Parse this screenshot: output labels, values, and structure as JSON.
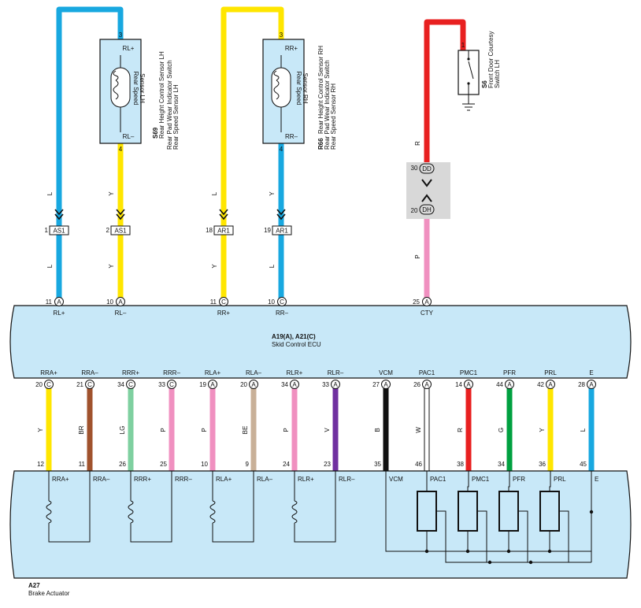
{
  "colors": {
    "L": "#18a8e0",
    "Y": "#ffe600",
    "R": "#e82020",
    "P": "#f090c0",
    "BR": "#a0522d",
    "LG": "#7fd0a0",
    "BE": "#c8b098",
    "V": "#7030a0",
    "B": "#111111",
    "W": "#ffffff",
    "G": "#00a040",
    "box_fill": "#c8e8f8",
    "connector_fill": "#d8d8d8"
  },
  "components": {
    "s69": {
      "id": "S69",
      "lines": [
        "Rear Height Control Sensor LH",
        "Rear Pad Wear Indicator Switch",
        "Rear Speed Sensor LH"
      ],
      "inner_label": [
        "Rear Speed",
        "Sensor LH"
      ],
      "pin_top": "3",
      "pin_top_label": "RL+",
      "pin_bottom": "4",
      "pin_bottom_label": "RL–"
    },
    "r66": {
      "id": "R66",
      "lines": [
        "Rear Height Control Sensor RH",
        "Rear Pad Wear Indicator Switch",
        "Rear Speed Sensor RH"
      ],
      "inner_label": [
        "Rear Speed",
        "Sensor RH"
      ],
      "pin_top": "3",
      "pin_top_label": "RR+",
      "pin_bottom": "4",
      "pin_bottom_label": "RR–"
    },
    "s6": {
      "id": "S6",
      "lines": [
        "Front Door Courtesy",
        "Switch LH"
      ],
      "pin": "1"
    },
    "ecu": {
      "title": "A19(A), A21(C)",
      "subtitle": "Skid Control ECU"
    },
    "actuator": {
      "id": "A27",
      "name": "Brake Actuator"
    }
  },
  "junctions": {
    "dd": {
      "pin": "30",
      "id": "DD"
    },
    "dh": {
      "pin": "20",
      "id": "DH"
    },
    "connectors": [
      {
        "pin": "1",
        "id": "AS1"
      },
      {
        "pin": "2",
        "id": "AS1"
      },
      {
        "pin": "18",
        "id": "AR1"
      },
      {
        "pin": "19",
        "id": "AR1"
      }
    ]
  },
  "ecu_top_pins": [
    {
      "pin": "11",
      "conn": "A",
      "label": "RL+",
      "wire_upper": "L",
      "wire_lower": "L"
    },
    {
      "pin": "10",
      "conn": "A",
      "label": "RL–",
      "wire_upper": "Y",
      "wire_lower": "Y"
    },
    {
      "pin": "11",
      "conn": "C",
      "label": "RR+",
      "wire_upper": "L",
      "wire_lower": "Y"
    },
    {
      "pin": "10",
      "conn": "C",
      "label": "RR–",
      "wire_upper": "Y",
      "wire_lower": "L"
    },
    {
      "pin": "25",
      "conn": "A",
      "label": "CTY",
      "wire_upper": "R",
      "wire_lower": "P"
    }
  ],
  "ecu_bottom_pins": [
    {
      "pin": "20",
      "conn": "C",
      "label": "RRA+",
      "color": "Y",
      "act_pin": "12",
      "act_label": "RRA+"
    },
    {
      "pin": "21",
      "conn": "C",
      "label": "RRA–",
      "color": "BR",
      "act_pin": "11",
      "act_label": "RRA–"
    },
    {
      "pin": "34",
      "conn": "C",
      "label": "RRR+",
      "color": "LG",
      "act_pin": "26",
      "act_label": "RRR+"
    },
    {
      "pin": "33",
      "conn": "C",
      "label": "RRR–",
      "color": "P",
      "act_pin": "25",
      "act_label": "RRR–"
    },
    {
      "pin": "19",
      "conn": "A",
      "label": "RLA+",
      "color": "P",
      "act_pin": "10",
      "act_label": "RLA+"
    },
    {
      "pin": "20",
      "conn": "A",
      "label": "RLA–",
      "color": "BE",
      "act_pin": "9",
      "act_label": "RLA–"
    },
    {
      "pin": "34",
      "conn": "A",
      "label": "RLR+",
      "color": "P",
      "act_pin": "24",
      "act_label": "RLR+"
    },
    {
      "pin": "33",
      "conn": "A",
      "label": "RLR–",
      "color": "V",
      "act_pin": "23",
      "act_label": "RLR–"
    },
    {
      "pin": "27",
      "conn": "A",
      "label": "VCM",
      "color": "B",
      "act_pin": "35",
      "act_label": "VCM"
    },
    {
      "pin": "26",
      "conn": "A",
      "label": "PAC1",
      "color": "W",
      "act_pin": "46",
      "act_label": "PAC1"
    },
    {
      "pin": "14",
      "conn": "A",
      "label": "PMC1",
      "color": "R",
      "act_pin": "38",
      "act_label": "PMC1"
    },
    {
      "pin": "44",
      "conn": "A",
      "label": "PFR",
      "color": "G",
      "act_pin": "34",
      "act_label": "PFR"
    },
    {
      "pin": "42",
      "conn": "A",
      "label": "PRL",
      "color": "Y",
      "act_pin": "36",
      "act_label": "PRL"
    },
    {
      "pin": "28",
      "conn": "A",
      "label": "E",
      "color": "L",
      "act_pin": "45",
      "act_label": "E"
    }
  ]
}
